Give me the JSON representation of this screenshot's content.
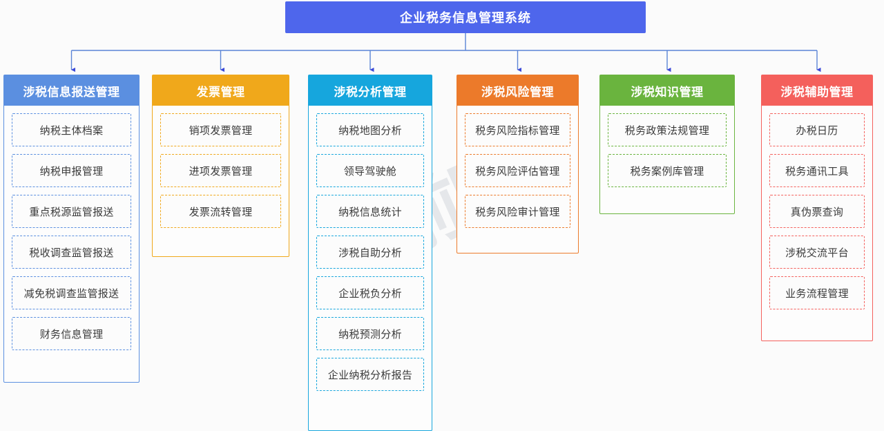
{
  "root": {
    "label": "企业税务信息管理系统",
    "color": "#4e66ec"
  },
  "connector": {
    "color": "#5b84d6"
  },
  "watermark": {
    "text": "前瞻"
  },
  "columns": [
    {
      "id": "col-0",
      "title": "涉税信息报送管理",
      "color": "#5b8fe0",
      "items": [
        "纳税主体档案",
        "纳税申报管理",
        "重点税源监管报送",
        "税收调查监管报送",
        "减免税调查监管报送",
        "财务信息管理"
      ]
    },
    {
      "id": "col-1",
      "title": "发票管理",
      "color": "#f0a81b",
      "items": [
        "销项发票管理",
        "进项发票管理",
        "发票流转管理"
      ]
    },
    {
      "id": "col-2",
      "title": "涉税分析管理",
      "color": "#16a6dd",
      "items": [
        "纳税地图分析",
        "领导驾驶舱",
        "纳税信息统计",
        "涉税自助分析",
        "企业税负分析",
        "纳税预测分析",
        "企业纳税分析报告"
      ]
    },
    {
      "id": "col-3",
      "title": "涉税风险管理",
      "color": "#ec7a2a",
      "items": [
        "税务风险指标管理",
        "税务风险评估管理",
        "税务风险审计管理"
      ]
    },
    {
      "id": "col-4",
      "title": "涉税知识管理",
      "color": "#6ab43e",
      "items": [
        "税务政策法规管理",
        "税务案例库管理"
      ]
    },
    {
      "id": "col-5",
      "title": "涉税辅助管理",
      "color": "#f4605c",
      "items": [
        "办税日历",
        "税务通讯工具",
        "真伪票查询",
        "涉税交流平台",
        "业务流程管理"
      ]
    }
  ]
}
